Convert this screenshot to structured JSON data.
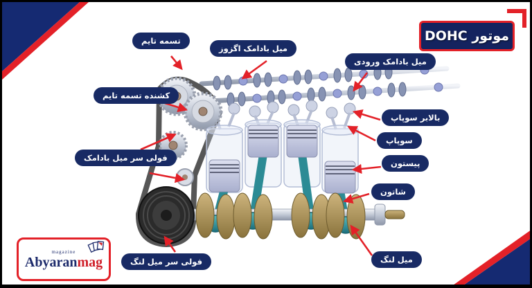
{
  "header": {
    "title": "موتور DOHC"
  },
  "callouts": {
    "timing_belt": "تسمه تایم",
    "exhaust_camshaft": "میل بادامک اگزوز",
    "intake_camshaft": "میل بادامک ورودی",
    "belt_tensioner": "کشنده تسمه تایم",
    "camshaft_pulley": "فولی سر میل بادامک",
    "valve_lifter": "بالابر سوپاپ",
    "valve": "سوپاپ",
    "piston": "پیستون",
    "connecting_rod": "شاتون",
    "crankshaft": "میل لنگ",
    "crankshaft_pulley": "فولی سر میل لنگ"
  },
  "logo": {
    "brand": "Abyaran",
    "suffix": "mag",
    "tagline": "magazine"
  },
  "colors": {
    "navy": "#182a64",
    "red": "#e32128",
    "teal": "#2c8b95",
    "tan": "#b59a64"
  }
}
